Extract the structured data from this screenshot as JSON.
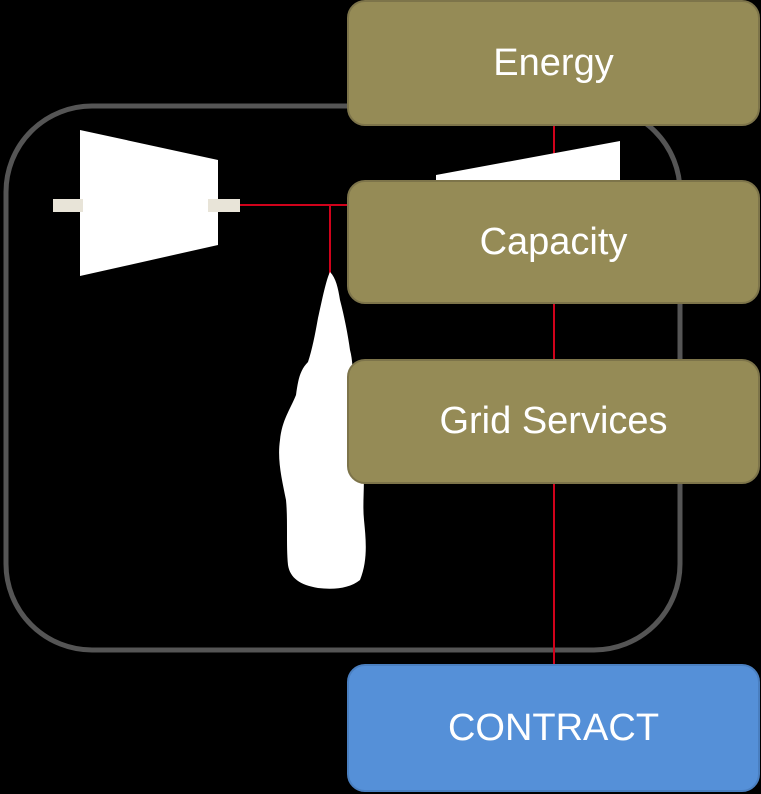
{
  "boxes": {
    "energy": "Energy",
    "capacity": "Capacity",
    "grid_services": "Grid Services",
    "contract": "CONTRACT"
  },
  "colors": {
    "service_box": "#958B56",
    "contract_box": "#5590D8",
    "connector": "#D0021B",
    "system_outline": "#555555",
    "equipment": "#FFFFFF",
    "shaft": "#E8E4D8"
  },
  "icons": [
    "compressor-icon",
    "turbine-icon",
    "rock-cavern-icon",
    "shaft-icon"
  ]
}
